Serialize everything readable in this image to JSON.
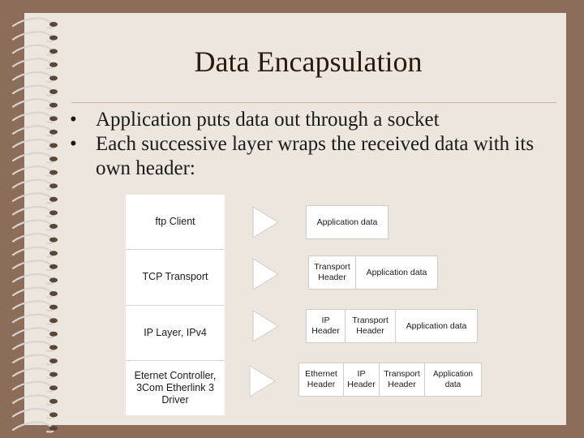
{
  "slide": {
    "title": "Data Encapsulation",
    "bullets": [
      "Application puts data out through a socket",
      "Each successive layer wraps the received data with its own header:"
    ]
  },
  "diagram": {
    "layers": [
      "ftp Client",
      "TCP Transport",
      "IP Layer, IPv4",
      "Eternet Controller,\n3Com Etherlink 3\nDriver"
    ],
    "packets": [
      [
        "Application data"
      ],
      [
        "Transport\nHeader",
        "Application data"
      ],
      [
        "IP\nHeader",
        "Transport\nHeader",
        "Application data"
      ],
      [
        "Ethernet\nHeader",
        "IP\nHeader",
        "Transport\nHeader",
        "Application data"
      ]
    ]
  },
  "colors": {
    "background": "#8b6d59",
    "paper": "#ece6df",
    "title": "#2a1a0e"
  }
}
